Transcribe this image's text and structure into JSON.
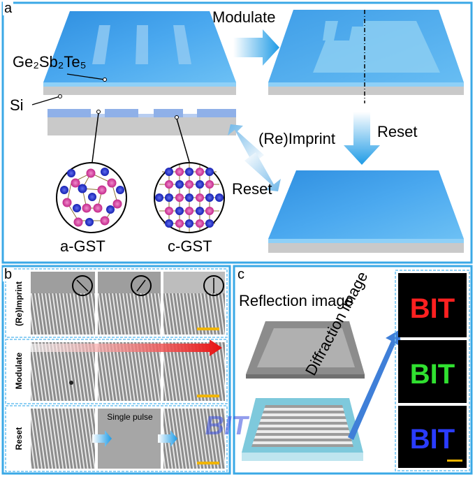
{
  "panels": {
    "a": {
      "label": "a",
      "material_label": "Ge₂Sb₂Te₅",
      "substrate_label": "Si",
      "arrows": {
        "modulate": "Modulate",
        "reset_down": "Reset",
        "reimprint": "(Re)Imprint",
        "reset_diag": "Reset"
      },
      "phases": [
        "a-GST",
        "c-GST"
      ]
    },
    "b": {
      "label": "b",
      "rows": [
        "(Re)Imprint",
        "Modulate",
        "Reset"
      ],
      "single_pulse": "Single pulse"
    },
    "c": {
      "label": "c",
      "reflection": "Reflection image",
      "diffraction": "Diffraction image",
      "bit_text": "BIT",
      "bit_colors": [
        "#ff2020",
        "#30e030",
        "#2a3cff"
      ]
    }
  },
  "colors": {
    "frame": "#3aa8e6",
    "film": "#4aa6ec",
    "film_edge": "#8fd0f7",
    "substrate": "#c9c9c9",
    "pink_atom": "#d43c9c",
    "blue_atom": "#1f2cc8"
  }
}
